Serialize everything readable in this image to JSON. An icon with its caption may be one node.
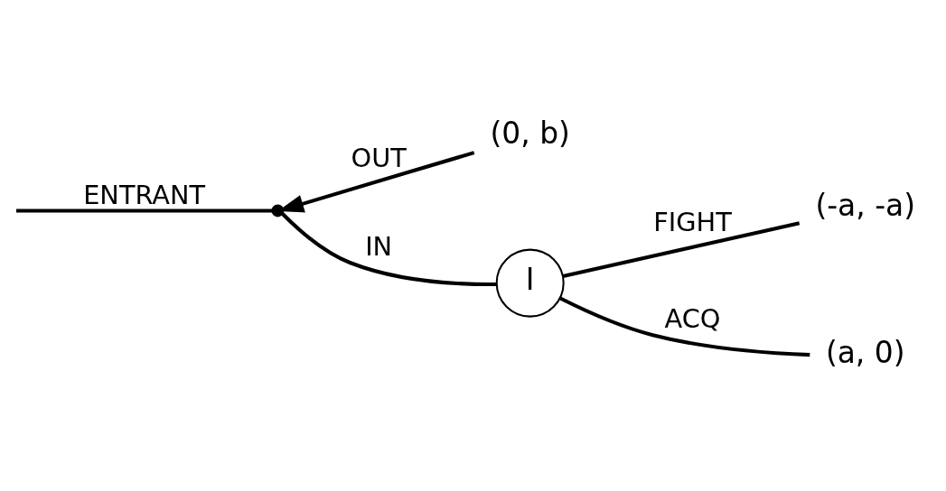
{
  "diagram": {
    "nodes": [
      {
        "text": [],
        "shape": "point"
      },
      {
        "text": [
          "(0, b)"
        ]
      },
      {
        "text": [
          "I"
        ]
      },
      {
        "text": [
          "(-a, -a)"
        ]
      },
      {
        "text": [
          "(a, 0)"
        ]
      }
    ],
    "edges": [
      {
        "from": null,
        "to": 0,
        "arrow": "none",
        "label": "ENTRANT"
      },
      {
        "from": 1,
        "to": 0,
        "arrow": "to",
        "label": "OUT"
      },
      {
        "from": 0,
        "to": 2,
        "arrow": "none",
        "label": "IN"
      },
      {
        "from": 2,
        "to": 3,
        "arrow": "none",
        "label": "FIGHT"
      },
      {
        "from": 2,
        "to": 4,
        "arrow": "none",
        "label": "ACQ"
      }
    ]
  }
}
